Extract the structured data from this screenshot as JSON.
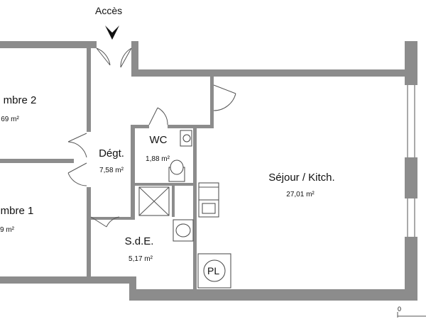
{
  "entrance": {
    "label": "Accès"
  },
  "rooms": [
    {
      "id": "chambre2",
      "name": "mbre 2",
      "area": "69 m²"
    },
    {
      "id": "chambre1",
      "name": "mbre 1",
      "area": "9 m²"
    },
    {
      "id": "degt",
      "name": "Dégt.",
      "area": "7,58 m²"
    },
    {
      "id": "wc",
      "name": "WC",
      "area": "1,88 m²"
    },
    {
      "id": "sde",
      "name": "S.d.E.",
      "area": "5,17 m²"
    },
    {
      "id": "sejour",
      "name": "Séjour / Kitch.",
      "area": "27,01 m²"
    }
  ],
  "fixtures": {
    "placard": "PL"
  },
  "scale": {
    "label": "0"
  }
}
